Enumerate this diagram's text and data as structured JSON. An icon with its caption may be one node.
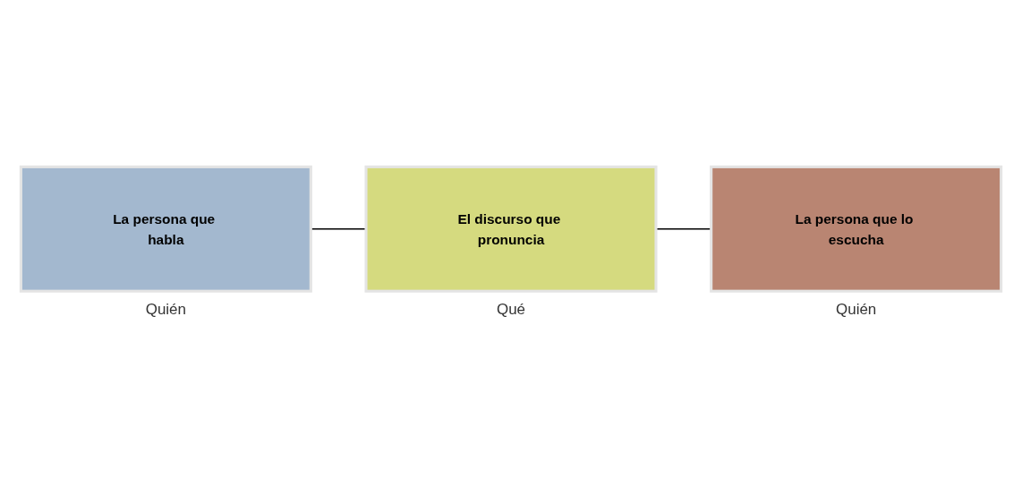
{
  "diagram": {
    "nodes": [
      {
        "text": [
          "La persona que habla"
        ],
        "beside": [
          "Quién"
        ]
      },
      {
        "text": [
          "El discurso que pronuncia"
        ],
        "beside": [
          "Qué"
        ]
      },
      {
        "text": [
          "La persona que lo escucha"
        ],
        "beside": [
          "Quién"
        ]
      }
    ],
    "edges": [
      {
        "from": 0,
        "to": 1,
        "arrow": "none"
      },
      {
        "from": 1,
        "to": 2,
        "arrow": "none"
      }
    ]
  }
}
